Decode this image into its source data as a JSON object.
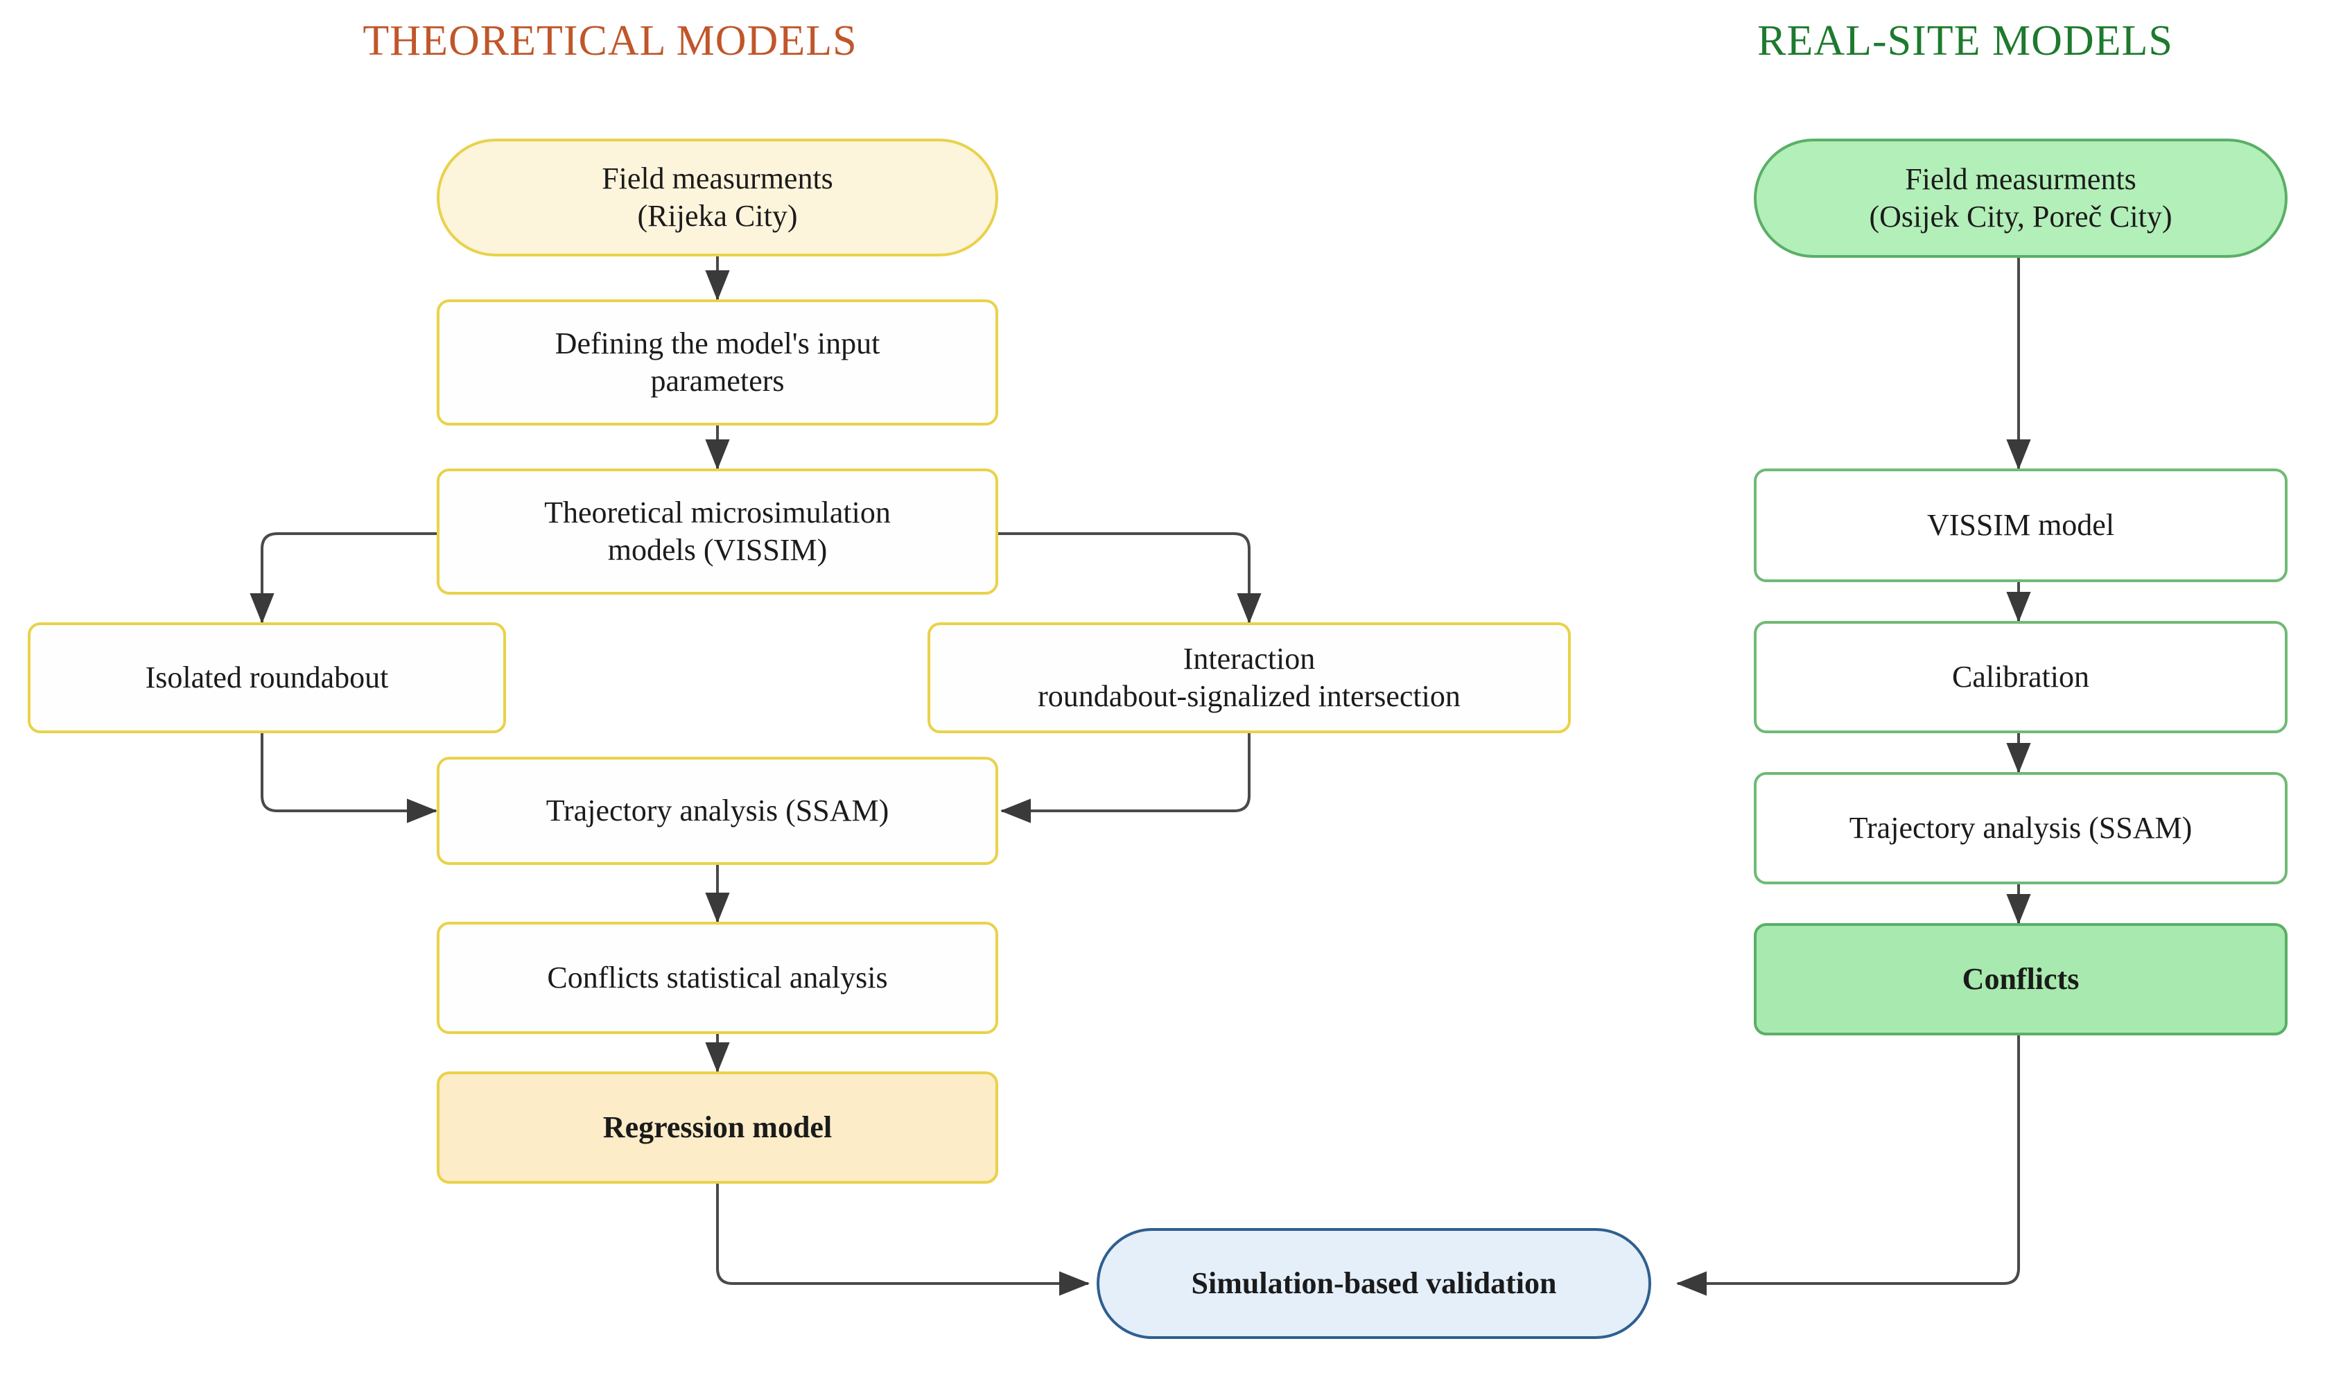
{
  "diagram": {
    "title_left": "THEORETICAL MODELS",
    "title_right": "REAL-SITE MODELS",
    "colors": {
      "left_accent": "#c0562a",
      "right_accent": "#1d7a2e",
      "yellow_border": "#e9d24a",
      "yellow_fill": "#fcecc8",
      "yellow_pill_fill": "#fdf4dc",
      "green_border": "#5aaf66",
      "green_fill": "#a7e9ae",
      "blue_border": "#2f5f8f",
      "blue_fill": "#e4effa",
      "connector": "#4a4a4a"
    }
  },
  "left_column": {
    "field_measurements": {
      "line1": "Field measurments",
      "line2": "(Rijeka City)"
    },
    "input_parameters": {
      "line1": "Defining the model's input",
      "line2": "parameters"
    },
    "microsimulation": {
      "line1": "Theoretical microsimulation",
      "line2": "models  (VISSIM)"
    },
    "isolated_roundabout": {
      "line1": "Isolated roundabout"
    },
    "interaction": {
      "line1": "Interaction",
      "line2": "roundabout-signalized intersection"
    },
    "trajectory_analysis": {
      "line1": "Trajectory analysis (SSAM)"
    },
    "conflicts_statistics": {
      "line1": "Conflicts statistical analysis"
    },
    "regression_model": {
      "line1": "Regression model"
    }
  },
  "right_column": {
    "field_measurements": {
      "line1": "Field measurments",
      "line2": "(Osijek City, Poreč City)"
    },
    "vissim_model": {
      "line1": "VISSIM model"
    },
    "calibration": {
      "line1": "Calibration"
    },
    "trajectory_analysis": {
      "line1": "Trajectory analysis (SSAM)"
    },
    "conflicts": {
      "line1": "Conflicts"
    }
  },
  "bottom": {
    "validation": {
      "line1": "Simulation-based validation"
    }
  }
}
